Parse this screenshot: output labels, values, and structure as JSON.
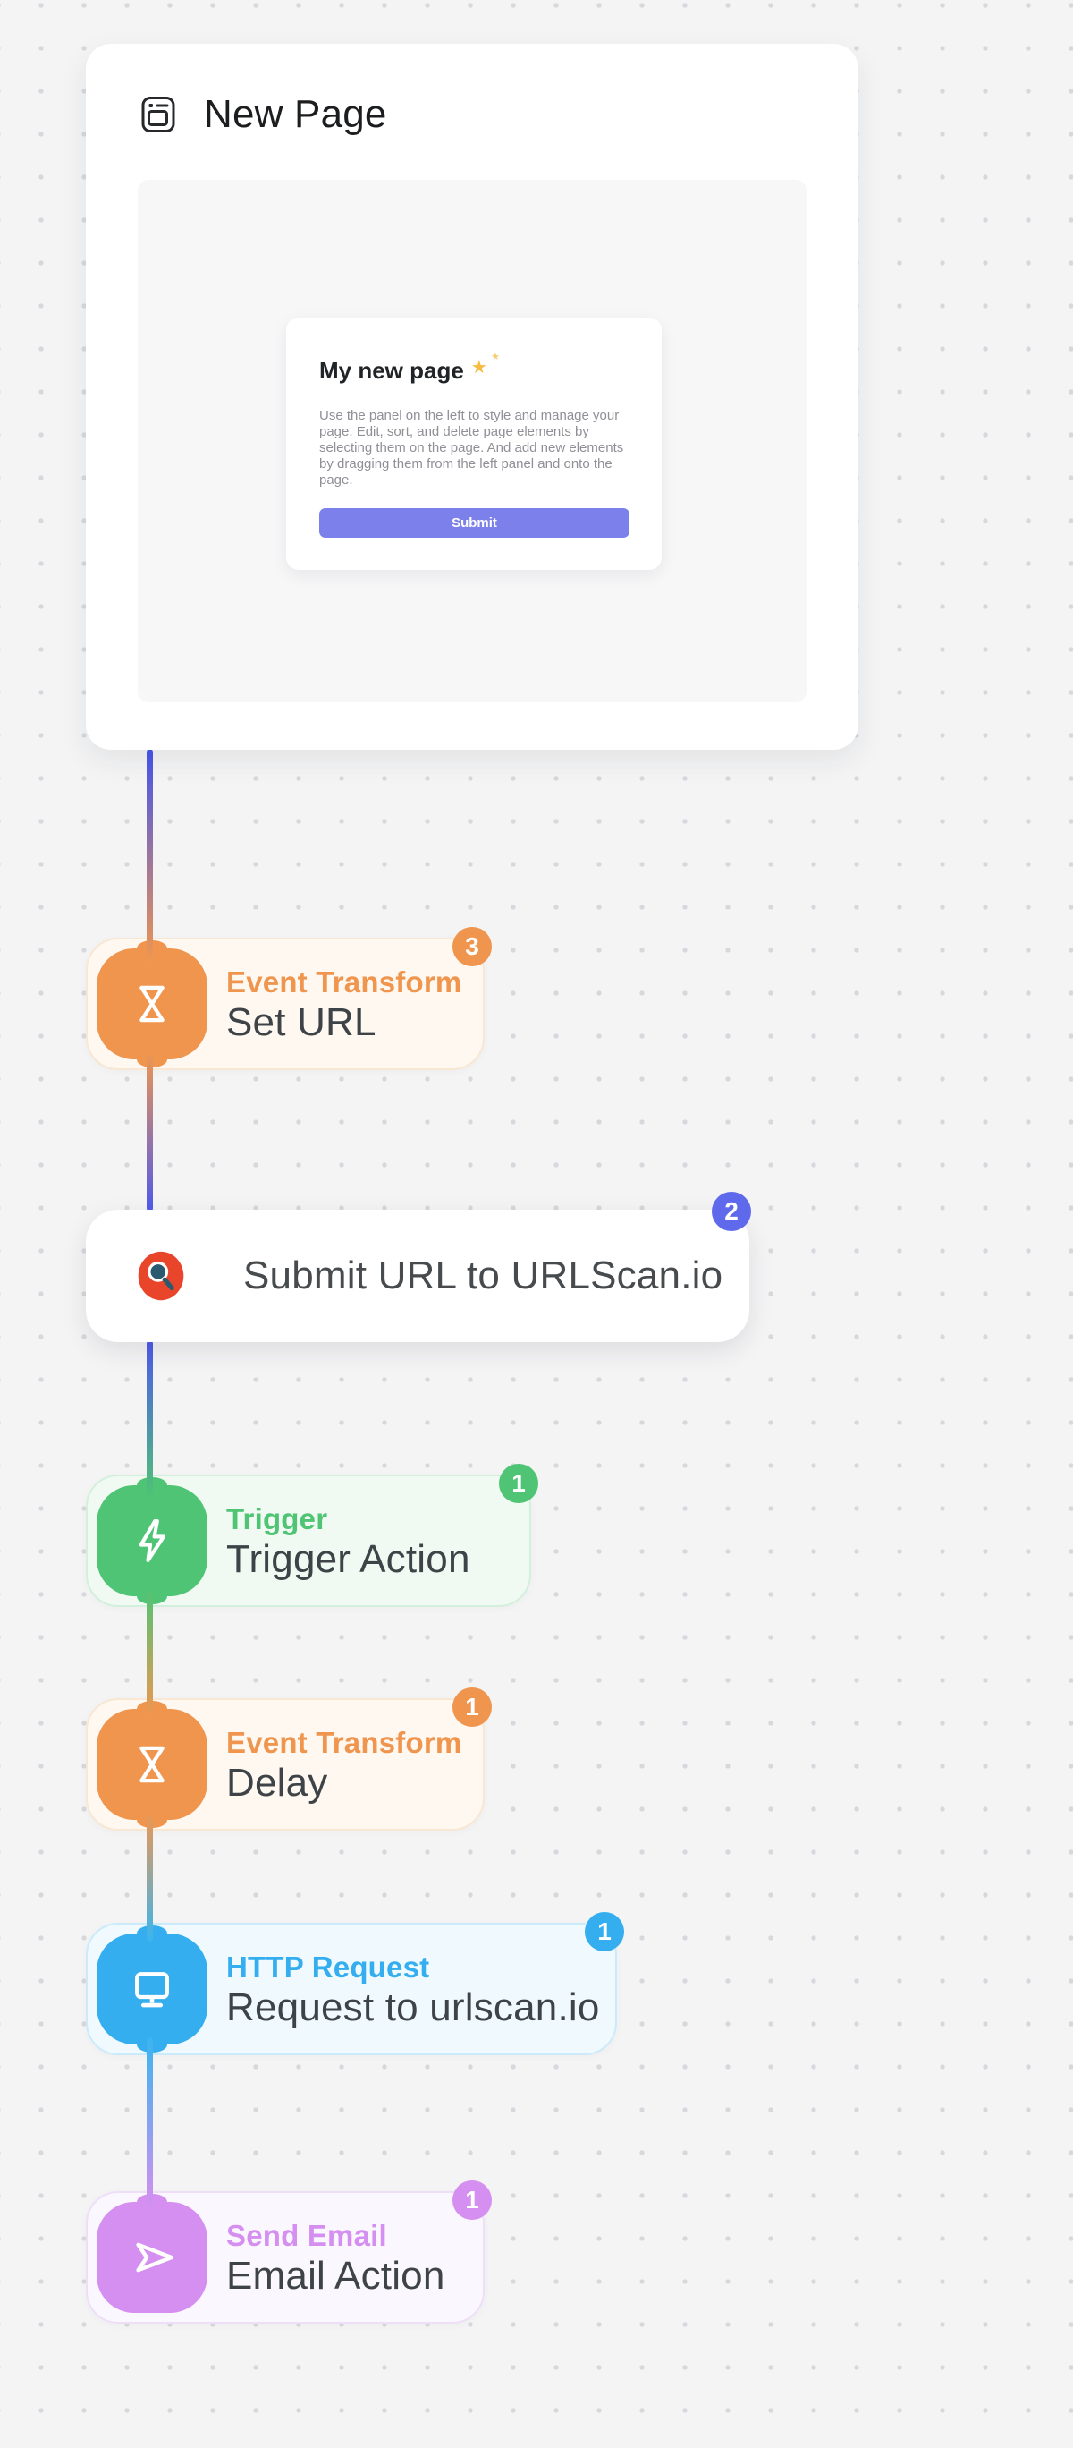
{
  "canvas": {
    "background": "#F4F4F5",
    "dot_color": "#D8D8DC"
  },
  "page_card": {
    "title": "New Page",
    "icon": "browser-window-icon",
    "preview_card": {
      "heading": "My new page",
      "heading_icon": "sparkles-icon",
      "body": "Use the panel on the left to style and manage your page. Edit, sort, and delete page elements by selecting them on the page. And add new elements by dragging them from the left panel and onto the page.",
      "submit_label": "Submit",
      "submit_color": "#7B80EA"
    }
  },
  "nodes": [
    {
      "type": "Event Transform",
      "name": "Set URL",
      "badge": "3",
      "icon": "hourglass-icon",
      "color": "#F0954E",
      "bg": "#FEF8F1",
      "border": "#F8E7D2",
      "badge_color": "#F0954E"
    },
    {
      "type": "",
      "name": "Submit URL to URLScan.io",
      "badge": "2",
      "icon": "urlscan-logo-icon",
      "color": "#E8452B",
      "bg": "#FFFFFF",
      "border": "#FFFFFF",
      "badge_color": "#5F69EB"
    },
    {
      "type": "Trigger",
      "name": "Trigger Action",
      "badge": "1",
      "icon": "lightning-icon",
      "color": "#4FC474",
      "bg": "#F0FAF2",
      "border": "#D3F0DC",
      "badge_color": "#4FC474"
    },
    {
      "type": "Event Transform",
      "name": "Delay",
      "badge": "1",
      "icon": "hourglass-icon",
      "color": "#F0954E",
      "bg": "#FEF8F1",
      "border": "#F8E7D2",
      "badge_color": "#F0954E"
    },
    {
      "type": "HTTP Request",
      "name": "Request to urlscan.io",
      "badge": "1",
      "icon": "monitor-icon",
      "color": "#35AEEF",
      "bg": "#EFF9FE",
      "border": "#CBEAFA",
      "badge_color": "#35AEEF"
    },
    {
      "type": "Send Email",
      "name": "Email Action",
      "badge": "1",
      "icon": "send-icon",
      "color": "#D58FF0",
      "bg": "#FBF7FE",
      "border": "#EFDEF8",
      "badge_color": "#D58FF0"
    }
  ],
  "connectors": [
    {
      "from": "#4354EE",
      "to": "#F0964F"
    },
    {
      "from": "#F0964F",
      "to": "#4E59EC"
    },
    {
      "from": "#4E59EC",
      "to": "#4FC474"
    },
    {
      "from": "#4FC474",
      "to": "#F0964F"
    },
    {
      "from": "#F0964F",
      "to": "#3AB5F0"
    },
    {
      "from": "#3AB5F0",
      "to": "#D58FF0"
    }
  ]
}
